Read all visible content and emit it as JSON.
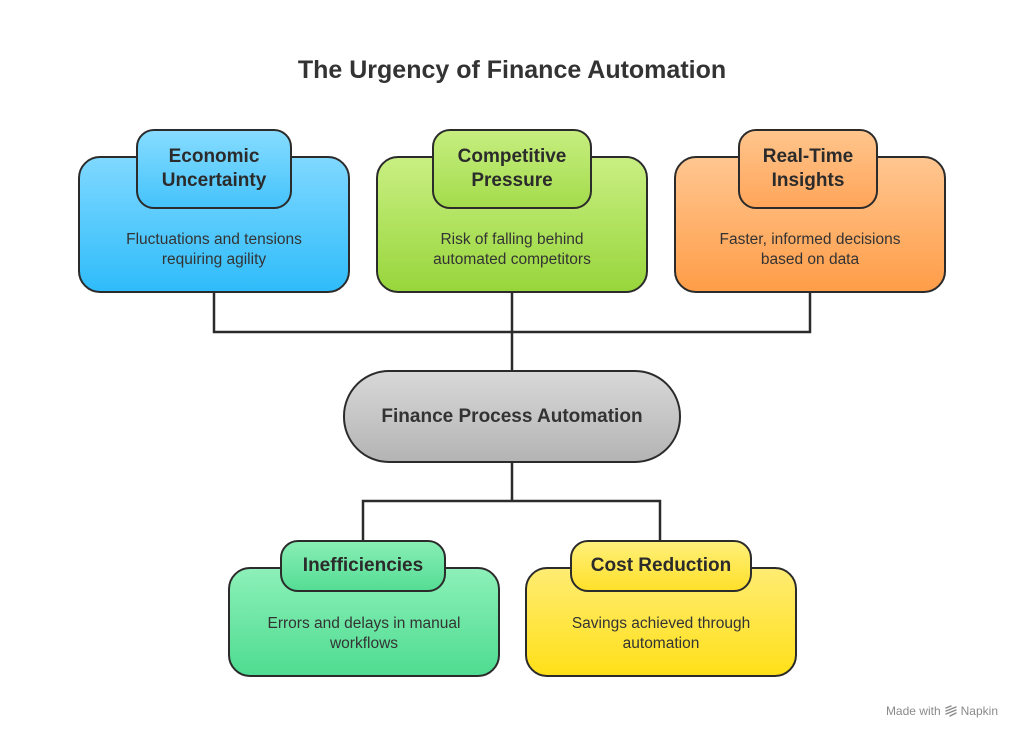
{
  "title": "The Urgency of Finance Automation",
  "center": "Finance Process Automation",
  "top_nodes": [
    {
      "label": "Economic Uncertainty",
      "label_lines": [
        "Economic",
        "Uncertainty"
      ],
      "desc_lines": [
        "Fluctuations and tensions",
        "requiring agility"
      ],
      "color": "#2fbcfa"
    },
    {
      "label": "Competitive Pressure",
      "label_lines": [
        "Competitive",
        "Pressure"
      ],
      "desc_lines": [
        "Risk of falling behind",
        "automated competitors"
      ],
      "color": "#98d63c"
    },
    {
      "label": "Real-Time Insights",
      "label_lines": [
        "Real-Time",
        "Insights"
      ],
      "desc_lines": [
        "Faster, informed decisions",
        "based on data"
      ],
      "color": "#ff9d48"
    }
  ],
  "bottom_nodes": [
    {
      "label": "Inefficiencies",
      "desc_lines": [
        "Errors and delays in manual",
        "workflows"
      ],
      "color": "#4fdc91"
    },
    {
      "label": "Cost Reduction",
      "desc_lines": [
        "Savings achieved through",
        "automation"
      ],
      "color": "#ffe019"
    }
  ],
  "brand": {
    "prefix": "Made with",
    "name": "Napkin",
    "icon": "napkin-logo-icon"
  }
}
